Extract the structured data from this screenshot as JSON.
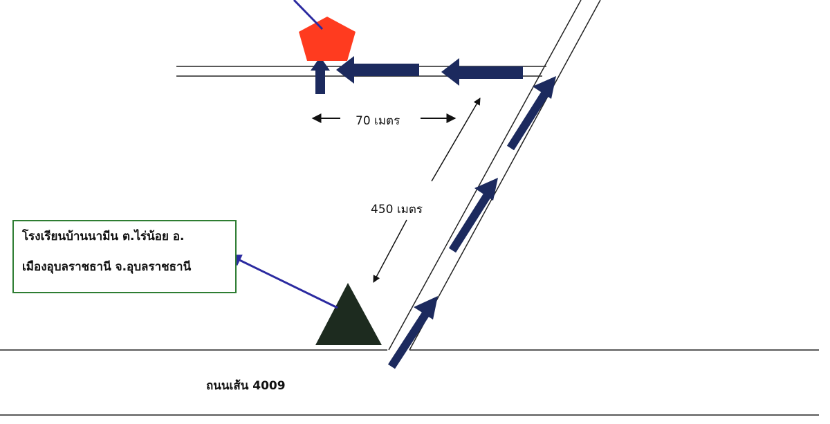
{
  "school_label": {
    "line1": "โรงเรียนบ้านนามีน ต.ไร่น้อย อ.",
    "line2": "เมืองอุบลราชธานี จ.อุบลราชธานี"
  },
  "distances": {
    "horizontal": "70 เมตร",
    "diagonal": "450 เมตร"
  },
  "road_label": "ถนนเส้น 4009",
  "colors": {
    "arrow": "#1c2a5e",
    "destination": "#ff3b1f",
    "school_marker": "#1d2b1f",
    "label_border": "#2e7d32",
    "pointer_line": "#2b2aa0",
    "road_line": "#222222"
  },
  "icons": {
    "destination": "pentagon-marker",
    "school": "triangle-marker"
  }
}
